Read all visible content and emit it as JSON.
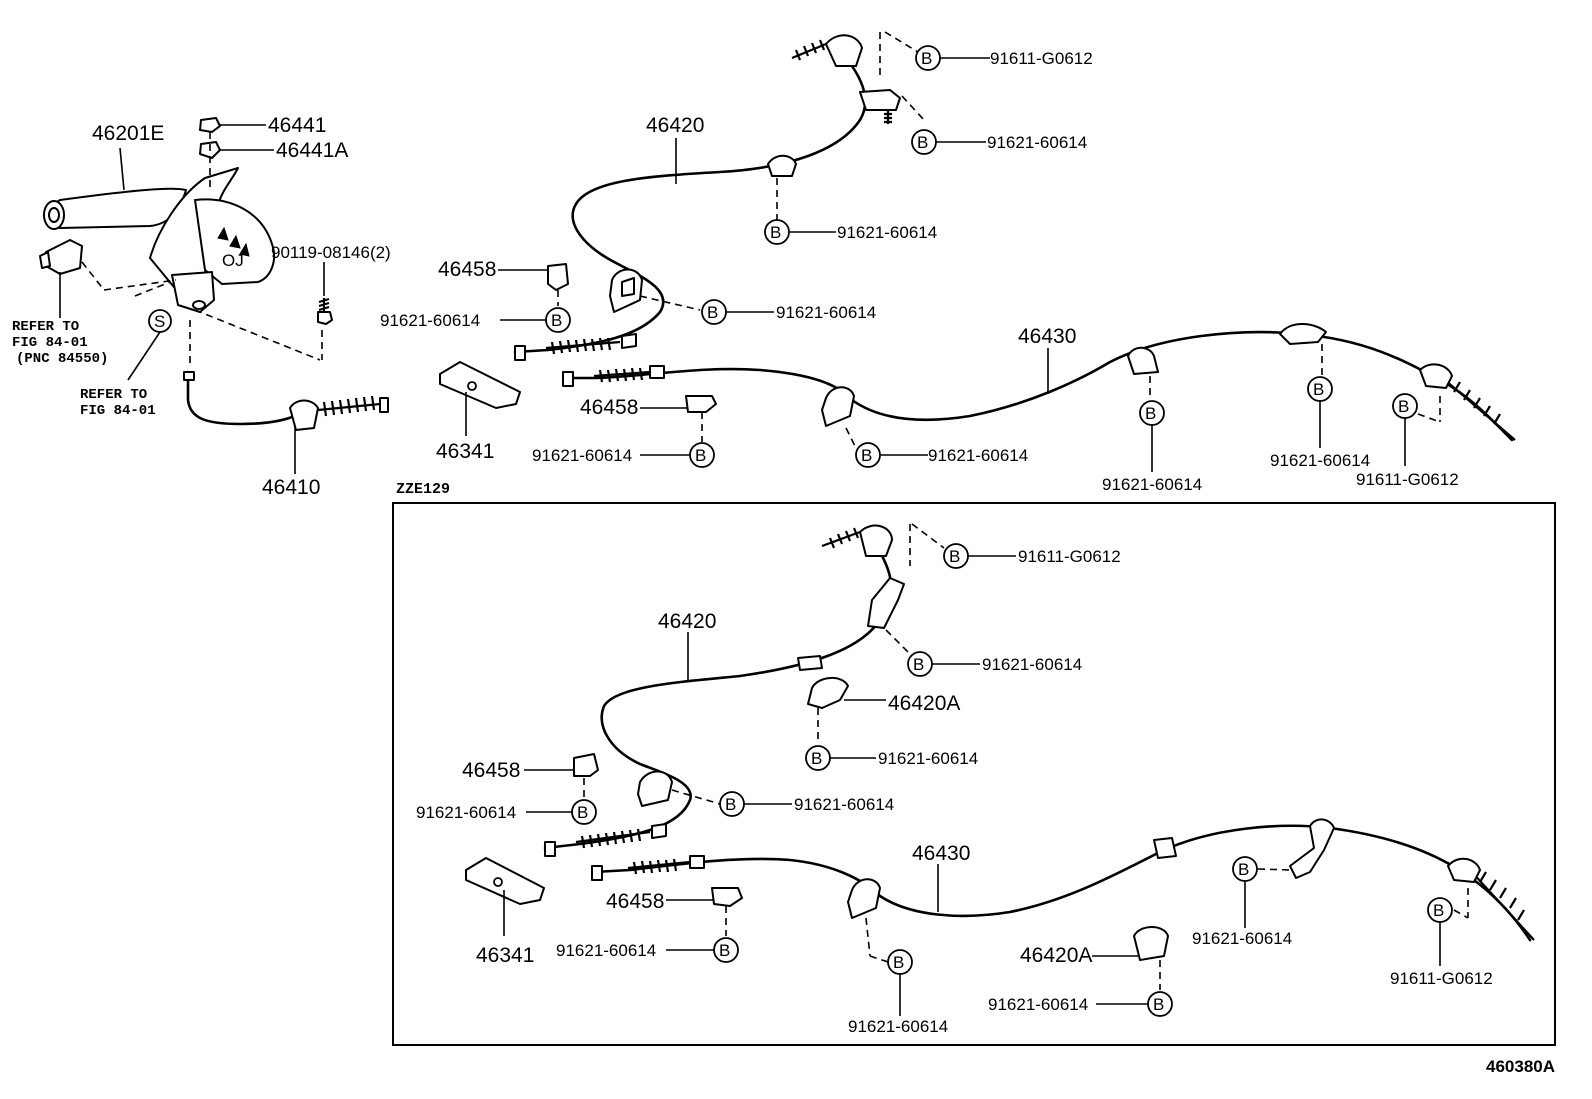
{
  "lever": {
    "p46201E": "46201E",
    "p46441": "46441",
    "p46441A": "46441A",
    "p90119": "90119-08146(2)",
    "p46410": "46410",
    "refer1_l1": "REFER TO",
    "refer1_l2": "FIG 84-01",
    "refer1_l3": "(PNC 84550)",
    "refer2_l1": "REFER TO",
    "refer2_l2": "FIG 84-01",
    "s_mark": "S"
  },
  "upper": {
    "p46420": "46420",
    "p46430": "46430",
    "p46458a": "46458",
    "p46458b": "46458",
    "p46341": "46341",
    "b1": "91611-G0612",
    "b2": "91621-60614",
    "b3": "91621-60614",
    "b4": "91621-60614",
    "b5": "91621-60614",
    "b6": "91621-60614",
    "b7": "91621-60614",
    "b8": "91621-60614",
    "b9": "91621-60614",
    "b10": "91611-G0612",
    "model": "ZZE129"
  },
  "lower": {
    "p46420": "46420",
    "p46420A1": "46420A",
    "p46420A2": "46420A",
    "p46430": "46430",
    "p46458a": "46458",
    "p46458b": "46458",
    "p46341": "46341",
    "b1": "91611-G0612",
    "b2": "91621-60614",
    "b3": "91621-60614",
    "b4": "91621-60614",
    "b5": "91621-60614",
    "b6": "91621-60614",
    "b7": "91621-60614",
    "b8": "91621-60614",
    "b9": "91621-60614",
    "b10": "91611-G0612"
  },
  "bolt_mark": "B",
  "figure_code": "460380A"
}
